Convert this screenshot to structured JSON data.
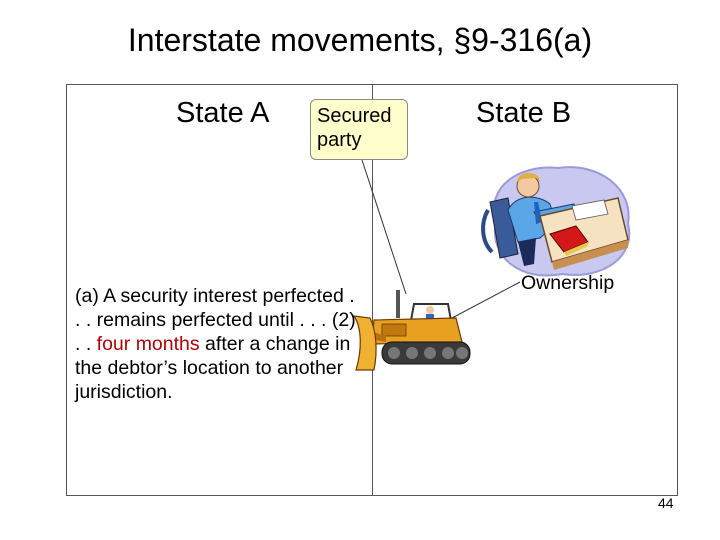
{
  "slide": {
    "title": "Interstate movements, §9-316(a)",
    "page_number": "44"
  },
  "states": {
    "a_label": "State A",
    "b_label": "State B"
  },
  "secured_party": {
    "line1": "Secured",
    "line2": "party"
  },
  "statute_text": {
    "before": "(a) A security interest perfected . . . remains perfected until . . . (2) . . ",
    "highlight": "four months",
    "after": " after a change in the debtor’s location to another jurisdiction."
  },
  "ownership_label": "Ownership",
  "colors": {
    "highlight_text": "#b80000",
    "callout_fill": "#ffffcc",
    "bulldozer": "#e8a020"
  },
  "icons": {
    "office_worker": "person-at-desk-clipart",
    "equipment": "bulldozer-clipart"
  }
}
